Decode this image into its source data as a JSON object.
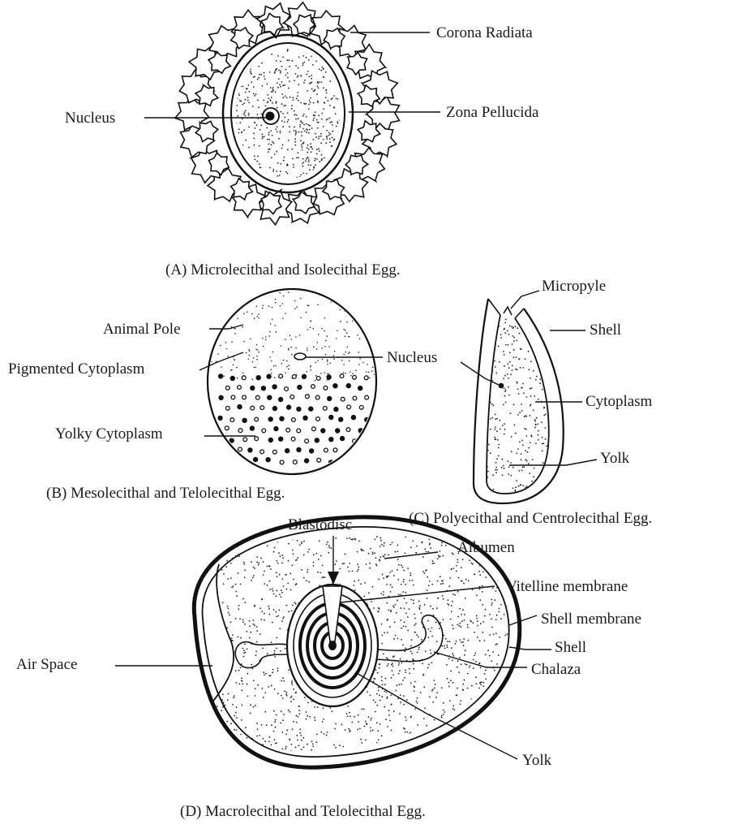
{
  "labels": {
    "a_corona": "Corona Radiata",
    "a_nucleus": "Nucleus",
    "a_zona": "Zona Pellucida",
    "b_animal": "Animal Pole",
    "b_pigmented": "Pigmented Cytoplasm",
    "b_nucleus": "Nucleus",
    "b_yolky": "Yolky Cytoplasm",
    "c_micropyle": "Micropyle",
    "c_shell": "Shell",
    "c_cytoplasm": "Cytoplasm",
    "c_yolk": "Yolk",
    "d_blastodisc": "Blastodisc",
    "d_albumen": "Albumen",
    "d_vitelline": "Vitelline membrane",
    "d_shell_membrane": "Shell membrane",
    "d_shell": "Shell",
    "d_chalaza": "Chalaza",
    "d_air": "Air Space",
    "d_yolk": "Yolk"
  },
  "captions": {
    "a": "(A) Microlecithal and Isolecithal Egg.",
    "b": "(B) Mesolecithal and Telolecithal Egg.",
    "c": "(C) Polyecithal and Centrolecithal Egg.",
    "d": "(D) Macrolecithal and Telolecithal Egg."
  }
}
